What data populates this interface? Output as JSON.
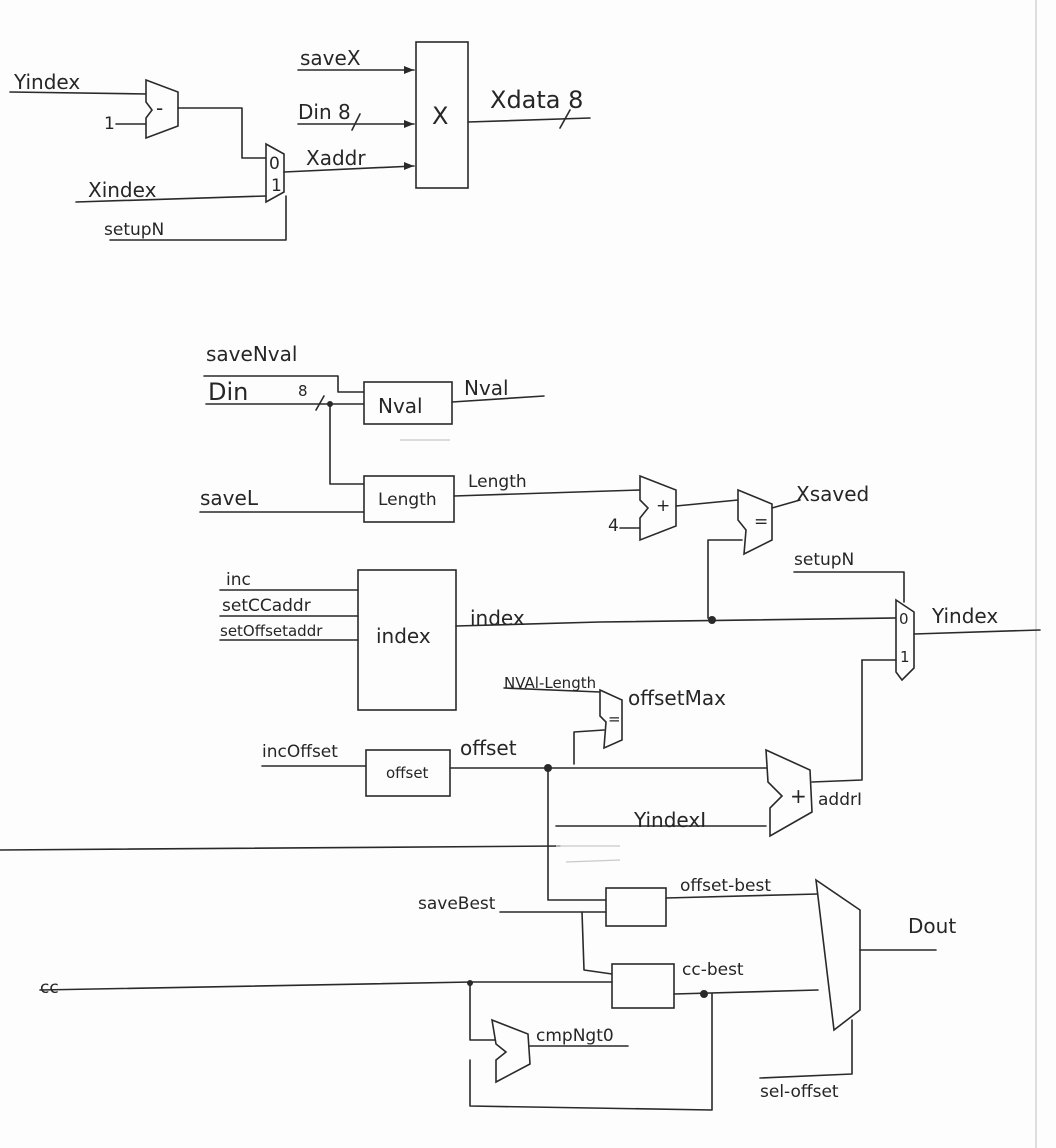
{
  "top": {
    "yindex_in": "Yindex",
    "one": "1",
    "minus": "-",
    "xindex_in": "Xindex",
    "setupN_in": "setupN",
    "saveX": "saveX",
    "din": "Din 8",
    "xaddr": "Xaddr",
    "xmem": "X",
    "xdata": "Xdata 8",
    "mux0": "0",
    "mux1": "1"
  },
  "bottom": {
    "saveNval": "saveNval",
    "din": "Din",
    "bus8": "8",
    "nval_reg": "Nval",
    "nval_out": "Nval",
    "saveL": "saveL",
    "length_reg": "Length",
    "length_out": "Length",
    "four": "4",
    "plus": "+",
    "equals": "=",
    "xsaved": "Xsaved",
    "setupN": "setupN",
    "inc": "inc",
    "setCCaddr": "setCCaddr",
    "setOffsetaddr": "setOffsetaddr",
    "index_reg": "index",
    "index_out": "index",
    "yindex_out": "Yindex",
    "mux0": "0",
    "mux1": "1",
    "nval_minus_length": "NVAl-Length",
    "offsetMax": "offsetMax",
    "incOffset": "incOffset",
    "offset_reg": "offset",
    "offset_out": "offset",
    "addrI": "addrI",
    "yindexI": "YindexI",
    "saveBest": "saveBest",
    "offset_best": "offset-best",
    "cc": "cc",
    "cc_best": "cc-best",
    "cmpNgt0": "cmpNgt0",
    "dout": "Dout",
    "sel_offset": "sel-offset"
  }
}
